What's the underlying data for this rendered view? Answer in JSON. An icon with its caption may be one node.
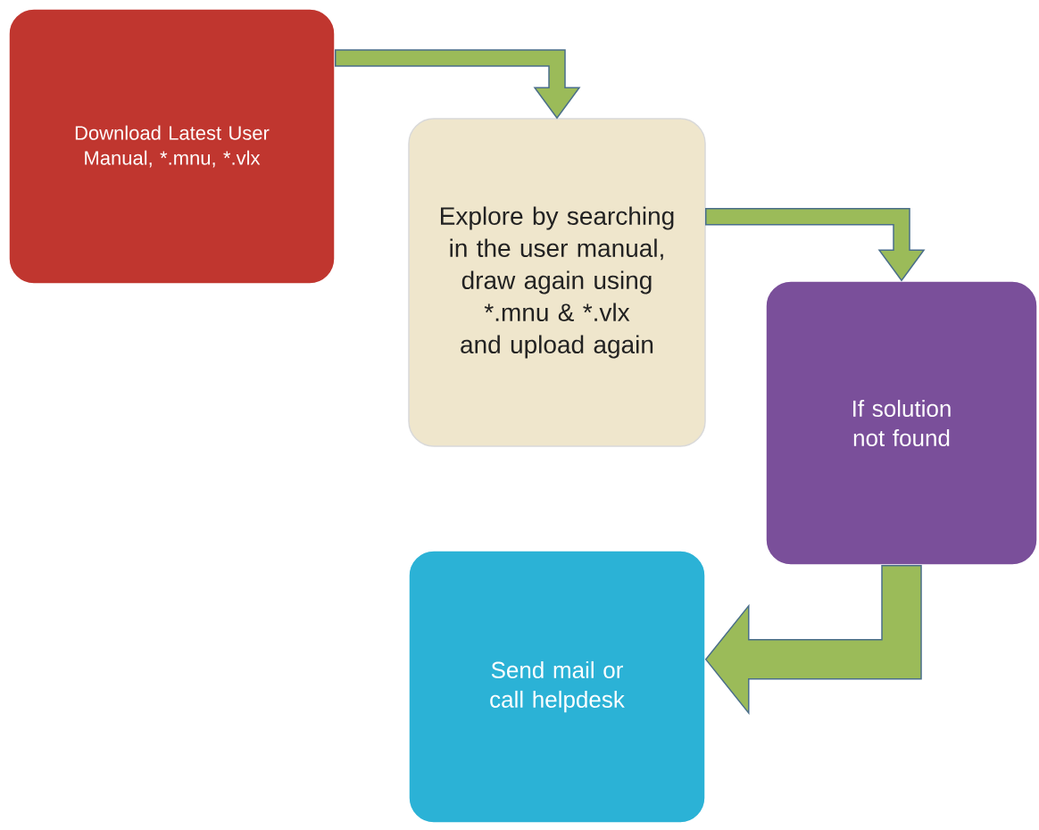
{
  "diagram": {
    "nodes": [
      {
        "text": [
          "Download Latest User Manual, *.mnu, *.vlx"
        ]
      },
      {
        "text": [
          "Explore by searching in the user manual, draw again using *.mnu & *.vlx and upload again"
        ]
      },
      {
        "text": [
          "If solution not found"
        ]
      },
      {
        "text": [
          "Send mail or call helpdesk"
        ]
      }
    ],
    "edges": [
      {
        "from": 0,
        "to": 1,
        "arrow": "to"
      },
      {
        "from": 1,
        "to": 2,
        "arrow": "to"
      },
      {
        "from": 2,
        "to": 3,
        "arrow": "to",
        "style": "thick"
      }
    ]
  }
}
